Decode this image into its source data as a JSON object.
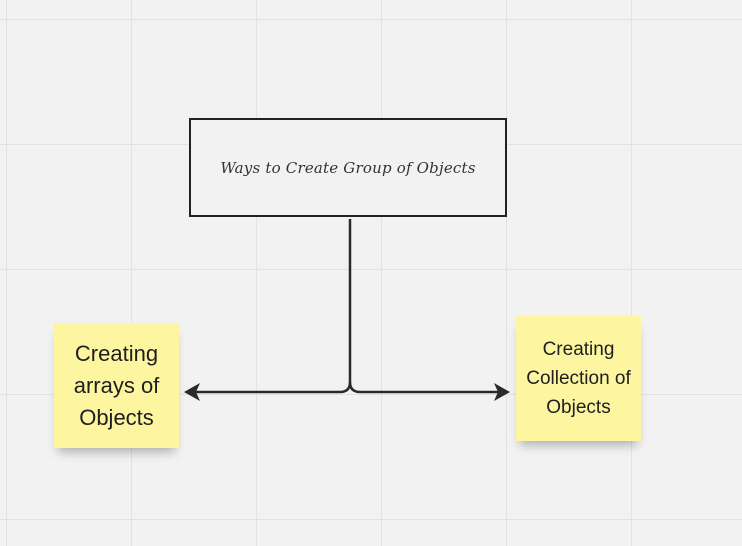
{
  "board": {
    "title_box": {
      "text": "Ways to Create Group of Objects"
    },
    "sticky_notes": [
      {
        "text": "Creating arrays of Objects",
        "color": "#fdf5a0"
      },
      {
        "text": "Creating Collection of Objects",
        "color": "#fdf5a0"
      }
    ]
  },
  "colors": {
    "background": "#f2f2f2",
    "grid": "#e2e2e2",
    "stroke": "#222222",
    "sticky": "#fdf5a0"
  }
}
